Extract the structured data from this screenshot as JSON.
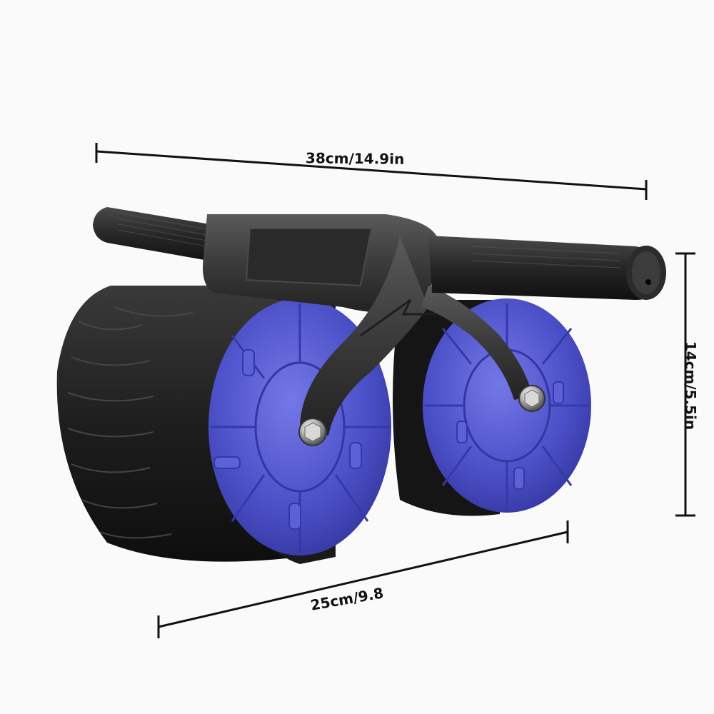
{
  "dimensions": {
    "width": "38cm/14.9in",
    "height": "14cm/5.5in",
    "depth": "25cm/9.8"
  },
  "colors": {
    "background": "#fafafa",
    "wheel_face": "#4b4fc4",
    "wheel_face_light": "#6a6fe0",
    "tire": "#1c1c1c",
    "frame": "#3a3a3a",
    "line": "#111111"
  }
}
